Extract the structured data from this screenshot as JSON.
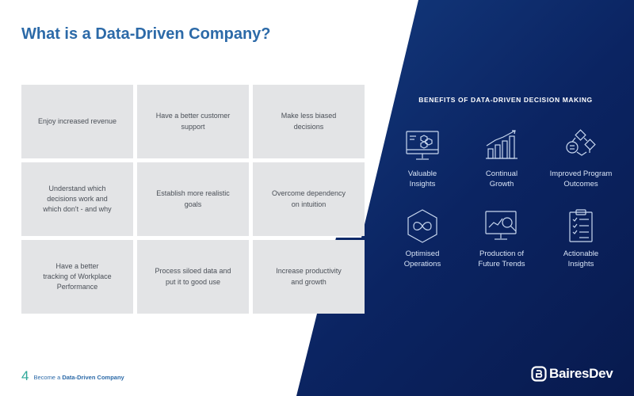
{
  "title": "What is a Data-Driven Company?",
  "grid": [
    "Enjoy increased revenue",
    "Have a better customer\nsupport",
    "Make less biased\ndecisions",
    "Understand which\ndecisions work and\nwhich don't - and why",
    "Establish more realistic\ngoals",
    "Overcome dependency\non intuition",
    "Have a better\ntracking of Workplace\nPerformance",
    "Process siloed data and\nput it to good use",
    "Increase productivity\nand growth"
  ],
  "benefits": {
    "heading": "BENEFITS OF DATA-DRIVEN DECISION MAKING",
    "items": [
      {
        "label": "Valuable\nInsights",
        "icon": "monitor-hexagons-icon"
      },
      {
        "label": "Continual\nGrowth",
        "icon": "growth-bars-icon"
      },
      {
        "label": "Improved Program\nOutcomes",
        "icon": "process-flow-icon"
      },
      {
        "label": "Optimised\nOperations",
        "icon": "infinity-hexagon-icon"
      },
      {
        "label": "Production of\nFuture Trends",
        "icon": "monitor-magnifier-icon"
      },
      {
        "label": "Actionable\nInsights",
        "icon": "clipboard-checklist-icon"
      }
    ]
  },
  "footer": {
    "page_number": "4",
    "prefix": "Become a",
    "emphasis": "Data-Driven Company"
  },
  "logo": {
    "text": "BairesDev",
    "mark": "©"
  },
  "colors": {
    "title": "#2c6aa8",
    "panel": "#0b2462",
    "cell": "#e3e4e6",
    "accent": "#2fa89a"
  }
}
